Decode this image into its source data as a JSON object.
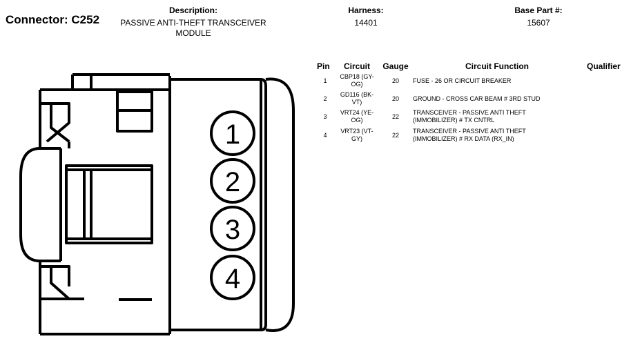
{
  "connector": {
    "label": "Connector:",
    "id": "C252"
  },
  "description": {
    "header": "Description:",
    "value_line1": "PASSIVE ANTI-THEFT TRANSCEIVER",
    "value_line2": "MODULE"
  },
  "harness": {
    "header": "Harness:",
    "value": "14401"
  },
  "base_part": {
    "header": "Base Part #:",
    "value": "15607"
  },
  "table": {
    "headers": {
      "pin": "Pin",
      "circuit": "Circuit",
      "gauge": "Gauge",
      "function": "Circuit Function",
      "qualifier": "Qualifier"
    },
    "rows": [
      {
        "pin": "1",
        "circuit_l1": "CBP18 (GY-",
        "circuit_l2": "OG)",
        "gauge": "20",
        "func_l1": "FUSE - 26 OR CIRCUIT BREAKER",
        "func_l2": ""
      },
      {
        "pin": "2",
        "circuit_l1": "GD116 (BK-",
        "circuit_l2": "VT)",
        "gauge": "20",
        "func_l1": "GROUND - CROSS CAR BEAM # 3RD STUD",
        "func_l2": ""
      },
      {
        "pin": "3",
        "circuit_l1": "VRT24 (YE-",
        "circuit_l2": "OG)",
        "gauge": "22",
        "func_l1": "TRANSCEIVER - PASSIVE ANTI THEFT",
        "func_l2": "(IMMOBILIZER) # TX CNTRL"
      },
      {
        "pin": "4",
        "circuit_l1": "VRT23 (VT-",
        "circuit_l2": "GY)",
        "gauge": "22",
        "func_l1": "TRANSCEIVER - PASSIVE ANTI THEFT",
        "func_l2": "(IMMOBILIZER) # RX DATA (RX_IN)"
      }
    ]
  },
  "diagram": {
    "pin_numbers": [
      "1",
      "2",
      "3",
      "4"
    ]
  }
}
